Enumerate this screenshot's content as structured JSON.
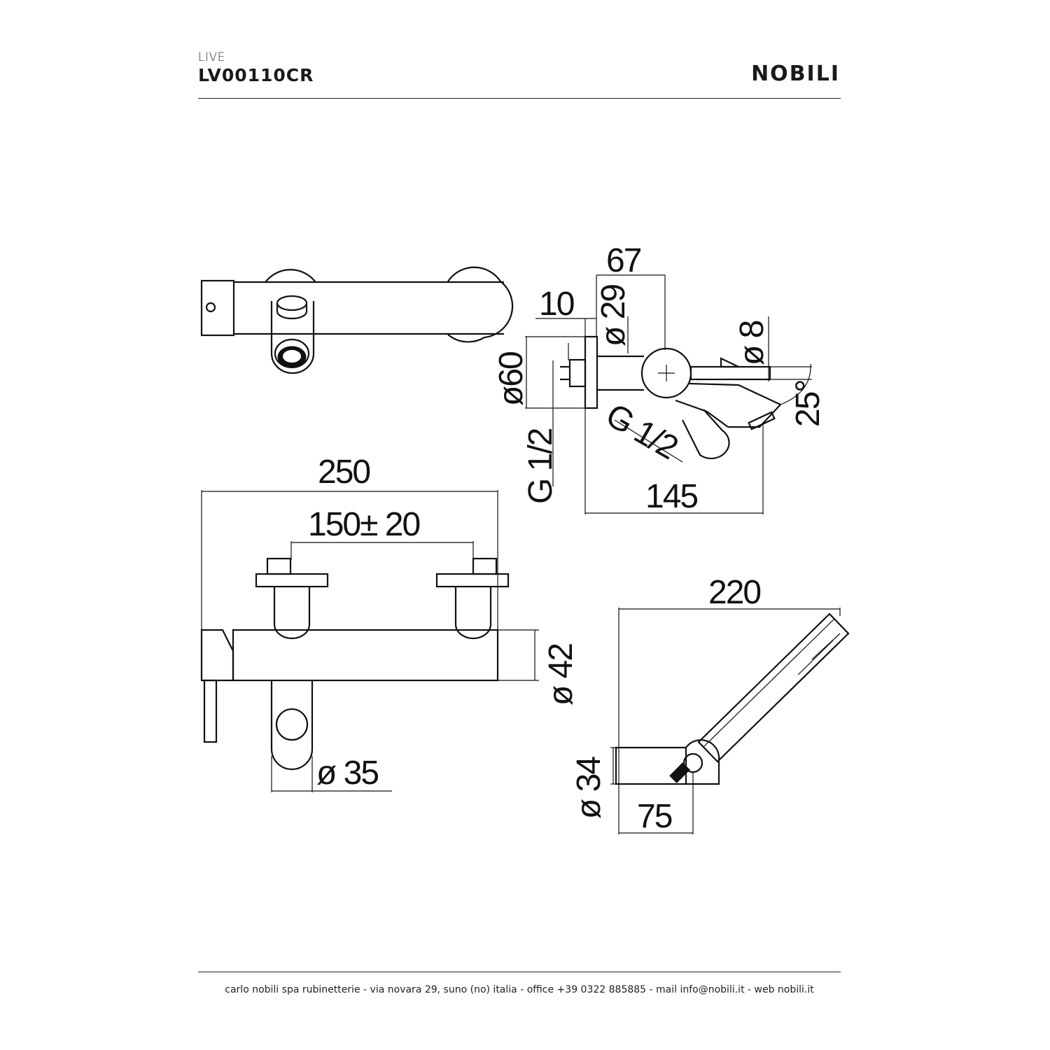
{
  "header": {
    "series": "LIVE",
    "product_code": "LV00110CR",
    "brand": "NOBILI"
  },
  "dimensions": {
    "side_67": "67",
    "side_10": "10",
    "side_d29": "ø 29",
    "side_d8": "ø 8",
    "side_d60": "ø60",
    "side_angle": "25°",
    "side_g12_spout": "G 1/2",
    "side_g12_wall": "G 1/2",
    "side_145": "145",
    "front_250": "250",
    "front_150": "150± 20",
    "front_d42": "ø 42",
    "front_d35": "ø 35",
    "hand_220": "220",
    "hand_d34": "ø 34",
    "hand_75": "75"
  },
  "footer": {
    "contact": "carlo nobili spa rubinetterie - via novara 29, suno (no) italia - office +39 0322 885885 - mail info@nobili.it - web nobili.it"
  }
}
